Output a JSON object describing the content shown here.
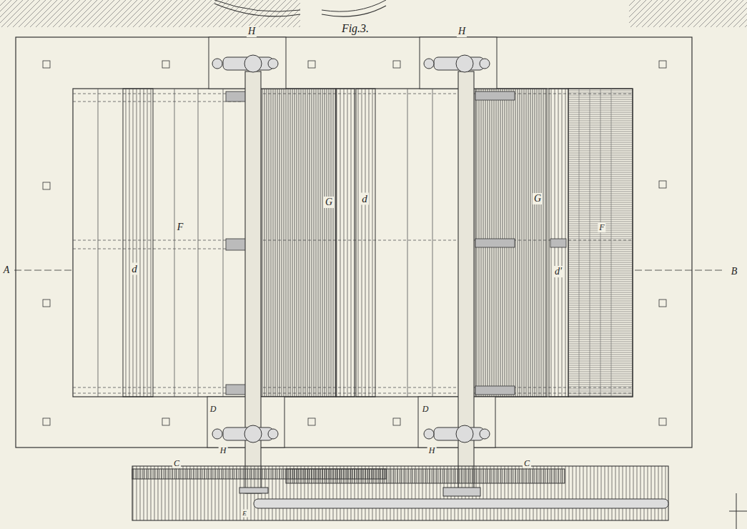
{
  "diagram": {
    "labels": [
      "Fig.3.",
      "H",
      "H",
      "A",
      "d",
      "F",
      "G",
      "d",
      "G",
      "d'",
      "F",
      "B",
      "D",
      "D",
      "H",
      "H",
      "C",
      "C",
      "E"
    ]
  }
}
